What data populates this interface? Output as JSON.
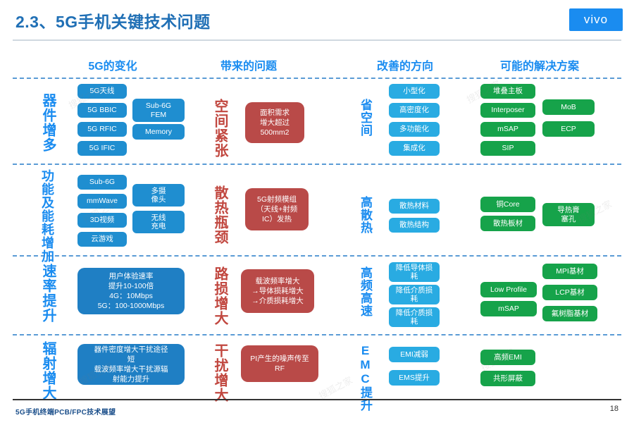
{
  "header": {
    "title": "2.3、5G手机关键技术问题",
    "brand": "vivo"
  },
  "columns": [
    {
      "label": "5G的变化"
    },
    {
      "label": "带来的问题"
    },
    {
      "label": "改善的方向"
    },
    {
      "label": "可能的解决方案"
    }
  ],
  "colors": {
    "title_blue": "#1f6fb5",
    "header_blue": "#1a8cf0",
    "chip_blue_dark": "#1f8ed0",
    "chip_blue_light": "#29abe2",
    "chip_green": "#16a34a",
    "chip_red": "#b94a48",
    "divider": "#5a9bd5"
  },
  "rows": [
    {
      "label": "器件增多",
      "change_chips_a": [
        "5G天线",
        "5G BBIC",
        "5G RFIC",
        "5G IFIC"
      ],
      "change_chips_b": [
        "Sub-6G\nFEM",
        "Memory"
      ],
      "problem_label": "空间紧张",
      "problem_text": "面积需求\n增大超过\n500mm2",
      "direction_label": "省空间",
      "direction_chips": [
        "小型化",
        "高密度化",
        "多功能化",
        "集成化"
      ],
      "solution_chips_a": [
        "堆叠主板",
        "Interposer",
        "mSAP",
        "SIP"
      ],
      "solution_chips_b": [
        "MoB",
        "ECP"
      ]
    },
    {
      "label": "功能及能耗增加",
      "change_chips_a": [
        "Sub-6G",
        "mmWave",
        "3D视频",
        "云游戏"
      ],
      "change_chips_b": [
        "多摄\n像头",
        "无线\n充电"
      ],
      "problem_label": "散热瓶颈",
      "problem_text": "5G射频模组\n（天线+射频\nIC）发热",
      "direction_label": "高散热",
      "direction_chips": [
        "散热材料",
        "散热结构"
      ],
      "solution_chips_a": [
        "铜Core",
        "散热板材"
      ],
      "solution_chips_b": [
        "导热膏\n塞孔"
      ]
    },
    {
      "label": "速率提升",
      "change_chips_a": [],
      "change_chips_b": [],
      "change_text": "用户体验速率\n提升10-100倍\n4G：10Mbps\n5G：100-1000Mbps",
      "problem_label": "路损增大",
      "problem_text": "载波频率增大\n→导体损耗增大\n→介质损耗增大",
      "direction_label": "高频高速",
      "direction_chips": [
        "降低导体损\n耗",
        "降低介质损\n耗",
        "降低介质损\n耗"
      ],
      "solution_chips_a": [
        "Low Profile",
        "mSAP"
      ],
      "solution_chips_b": [
        "MPI基材",
        "LCP基材",
        "氟树脂基材"
      ]
    },
    {
      "label": "辐射增大",
      "change_chips_a": [],
      "change_chips_b": [],
      "change_text": "器件密度增大干扰途径\n短\n载波频率增大干扰源辐\n射能力提升",
      "problem_label": "干扰增大",
      "problem_text": "PI产生的噪声传至\nRF",
      "direction_label": "EMC提升",
      "direction_chips": [
        "EMI减弱",
        "EMS提升"
      ],
      "solution_chips_a": [
        "高频EMI",
        "共形屏蔽"
      ],
      "solution_chips_b": []
    }
  ],
  "footer": {
    "text": "5G手机终端PCB/FPC技术展望",
    "page": "18"
  }
}
